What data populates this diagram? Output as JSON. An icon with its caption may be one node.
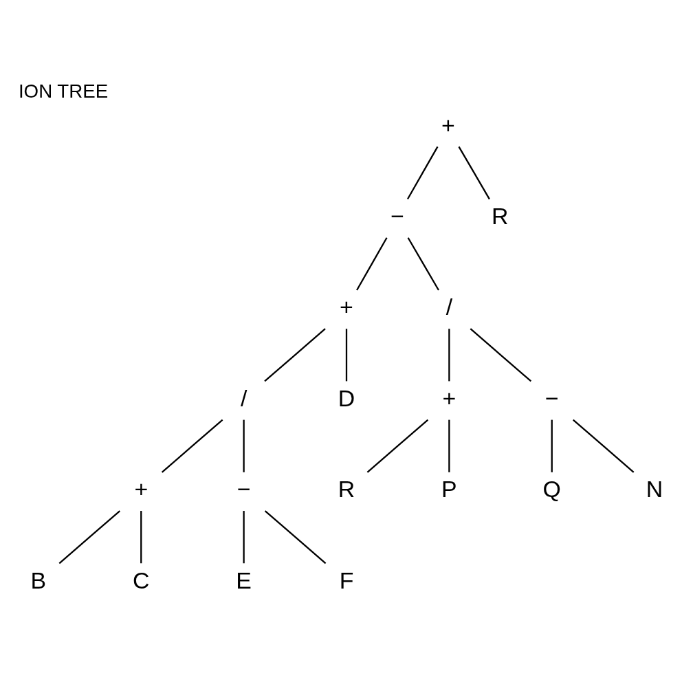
{
  "diagram": {
    "title": "ION TREE",
    "nodes": [
      {
        "text": [
          "+"
        ]
      },
      {
        "text": [
          "−"
        ]
      },
      {
        "text": [
          "R"
        ]
      },
      {
        "text": [
          "+"
        ]
      },
      {
        "text": [
          "D"
        ]
      },
      {
        "text": [
          "/"
        ]
      },
      {
        "text": [
          "/"
        ]
      },
      {
        "text": [
          "+"
        ]
      },
      {
        "text": [
          "−"
        ]
      },
      {
        "text": [
          "+"
        ]
      },
      {
        "text": [
          "−"
        ]
      },
      {
        "text": [
          "B"
        ]
      },
      {
        "text": [
          "C"
        ]
      },
      {
        "text": [
          "E"
        ]
      },
      {
        "text": [
          "F"
        ]
      },
      {
        "text": [
          "R"
        ]
      },
      {
        "text": [
          "P"
        ]
      },
      {
        "text": [
          "Q"
        ]
      },
      {
        "text": [
          "N"
        ]
      }
    ],
    "edges": [
      {
        "from": 0,
        "to": 1,
        "arrow": "none"
      },
      {
        "from": 0,
        "to": 2,
        "arrow": "none"
      },
      {
        "from": 1,
        "to": 3,
        "arrow": "none"
      },
      {
        "from": 1,
        "to": 6,
        "arrow": "none"
      },
      {
        "from": 3,
        "to": 5,
        "arrow": "none"
      },
      {
        "from": 3,
        "to": 4,
        "arrow": "none"
      },
      {
        "from": 5,
        "to": 7,
        "arrow": "none"
      },
      {
        "from": 5,
        "to": 8,
        "arrow": "none"
      },
      {
        "from": 6,
        "to": 9,
        "arrow": "none"
      },
      {
        "from": 6,
        "to": 10,
        "arrow": "none"
      },
      {
        "from": 7,
        "to": 11,
        "arrow": "none"
      },
      {
        "from": 7,
        "to": 12,
        "arrow": "none"
      },
      {
        "from": 8,
        "to": 13,
        "arrow": "none"
      },
      {
        "from": 8,
        "to": 14,
        "arrow": "none"
      },
      {
        "from": 9,
        "to": 15,
        "arrow": "none"
      },
      {
        "from": 9,
        "to": 16,
        "arrow": "none"
      },
      {
        "from": 10,
        "to": 17,
        "arrow": "none"
      },
      {
        "from": 10,
        "to": 18,
        "arrow": "none"
      }
    ]
  }
}
